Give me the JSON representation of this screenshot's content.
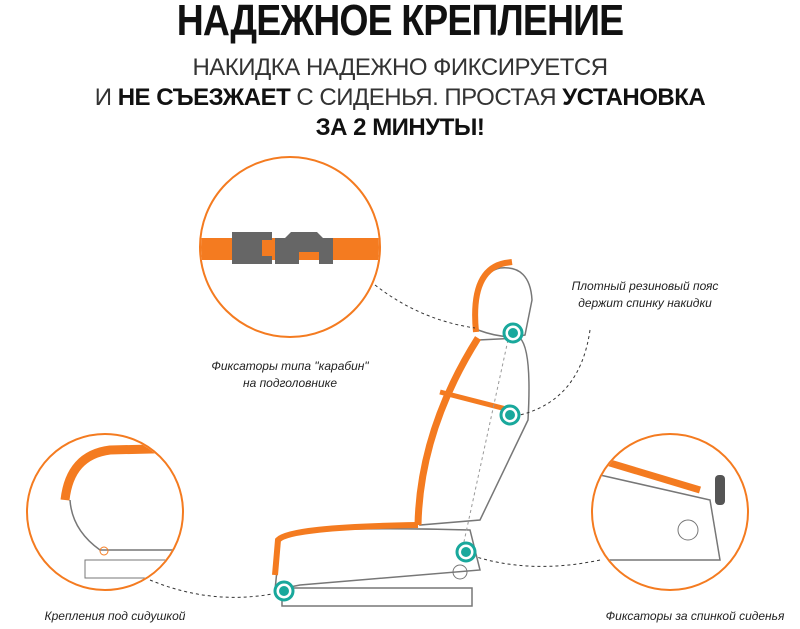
{
  "title": "НАДЕЖНОЕ КРЕПЛЕНИЕ",
  "subtitle": {
    "line1": "НАКИДКА НАДЕЖНО ФИКСИРУЕТСЯ",
    "line2_a": "И ",
    "line2_b": "НЕ СЪЕЗЖАЕТ",
    "line2_c": " С СИДЕНЬЯ. ПРОСТАЯ ",
    "line2_d": "УСТАНОВКА",
    "line3": "ЗА 2 МИНУТЫ!"
  },
  "captions": {
    "carabiner_1": "Фиксаторы типа \"карабин\"",
    "carabiner_2": "на подголовнике",
    "belt_1": "Плотный резиновый пояс",
    "belt_2": "держит спинку накидки",
    "under_seat": "Крепления под сидушкой",
    "behind_back": "Фиксаторы за спинкой сиденья"
  },
  "colors": {
    "accent": "#f47b20",
    "teal": "#19a89c",
    "gray": "#666666"
  }
}
